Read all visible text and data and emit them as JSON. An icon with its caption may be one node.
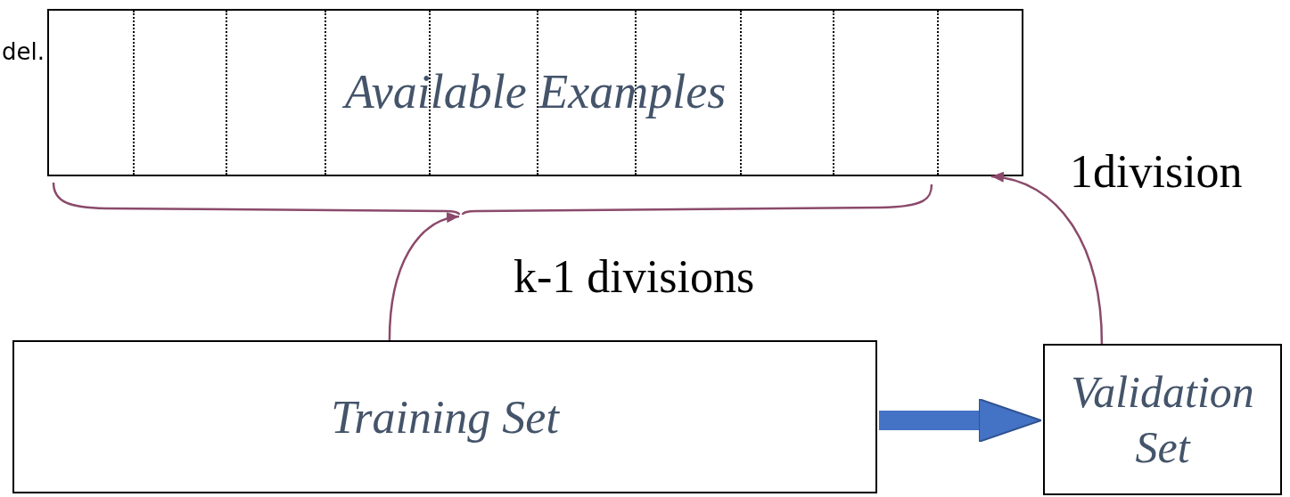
{
  "diagram": {
    "nodes": [
      {
        "text": [
          "Available Examples"
        ]
      },
      {
        "text": [
          "Training Set"
        ]
      },
      {
        "text": [
          "Validation Set"
        ]
      },
      {
        "text": [],
        "shape": "bracket"
      }
    ],
    "edges": [
      {
        "from": 1,
        "to": 3,
        "arrow": "to",
        "label": "k-1 divisions"
      },
      {
        "from": 2,
        "to": 0,
        "arrow": "to",
        "label": "1division"
      },
      {
        "from": 1,
        "to": 2,
        "arrow": "to",
        "style": "thick",
        "color": "#4472c4"
      }
    ],
    "labels": [
      "del."
    ]
  }
}
